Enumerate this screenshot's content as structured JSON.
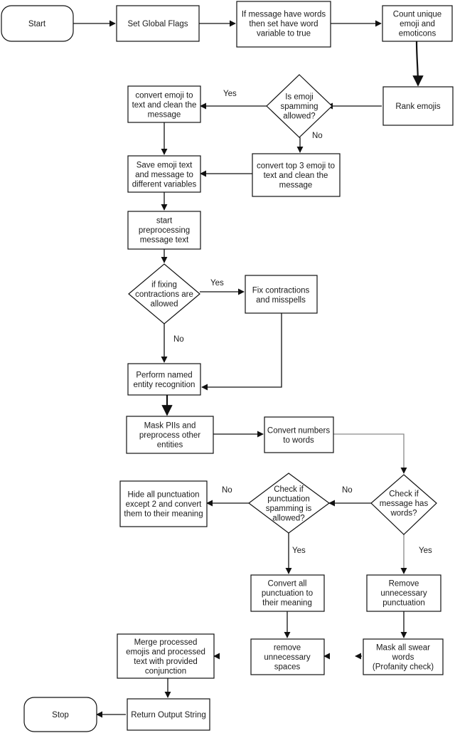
{
  "colors": {
    "stroke": "#111111",
    "text": "#1a1a1a",
    "background": "#ffffff",
    "light_line": "#8a8a8a"
  },
  "nodes": {
    "start": {
      "lines": [
        "Start"
      ]
    },
    "set_flags": {
      "lines": [
        "Set Global Flags"
      ]
    },
    "word_check": {
      "lines": [
        "If message have words",
        "then set have  word",
        "variable to true"
      ]
    },
    "count_emoji": {
      "lines": [
        "Count unique",
        "emoji and",
        "emoticons"
      ]
    },
    "rank_emojis": {
      "lines": [
        "Rank emojis"
      ]
    },
    "emoji_spam_decision": {
      "lines": [
        "Is emoji",
        "spamming",
        "allowed?"
      ]
    },
    "convert_emoji_all": {
      "lines": [
        "convert emoji to",
        "text and clean the",
        "message"
      ]
    },
    "convert_top3": {
      "lines": [
        "convert top 3 emoji to",
        "text and clean the",
        "message"
      ]
    },
    "save_emoji": {
      "lines": [
        "Save emoji text",
        "and message to",
        "different variables"
      ]
    },
    "start_preprocessing": {
      "lines": [
        "start",
        "preprocessing",
        "message text"
      ]
    },
    "contractions_decision": {
      "lines": [
        "if fixing",
        "contractions are",
        "allowed"
      ]
    },
    "fix_contractions": {
      "lines": [
        "Fix contractions",
        "and misspells"
      ]
    },
    "ner": {
      "lines": [
        "Perform named",
        "entity recognition"
      ]
    },
    "mask_piis": {
      "lines": [
        "Mask PIIs and",
        "preprocess other",
        "entities"
      ]
    },
    "convert_numbers": {
      "lines": [
        "Convert numbers",
        "to words"
      ]
    },
    "has_words_decision": {
      "lines": [
        "Check if",
        "message has",
        "words?"
      ]
    },
    "punct_spam_decision": {
      "lines": [
        "Check if",
        "punctuation",
        "spamming is",
        "allowed?"
      ]
    },
    "hide_punct": {
      "lines": [
        "Hide all punctuation",
        "except 2 and convert",
        "them to their meaning"
      ]
    },
    "convert_punct": {
      "lines": [
        "Convert all",
        "punctuation to",
        "their meaning"
      ]
    },
    "remove_punct": {
      "lines": [
        "Remove",
        "unnecessary",
        "punctuation"
      ]
    },
    "remove_spaces": {
      "lines": [
        "remove",
        "unnecessary",
        "spaces"
      ]
    },
    "mask_swear": {
      "lines": [
        "Mask all swear",
        "words",
        "(Profanity check)"
      ]
    },
    "merge": {
      "lines": [
        "Merge processed",
        "emojis and processed",
        "text with provided",
        "conjunction"
      ]
    },
    "return_output": {
      "lines": [
        "Return Output String"
      ]
    },
    "stop": {
      "lines": [
        "Stop"
      ]
    }
  },
  "edge_labels": {
    "emoji_yes": "Yes",
    "emoji_no": "No",
    "contractions_yes": "Yes",
    "contractions_no": "No",
    "words_no": "No",
    "words_yes": "Yes",
    "punct_no": "No",
    "punct_yes": "Yes"
  }
}
